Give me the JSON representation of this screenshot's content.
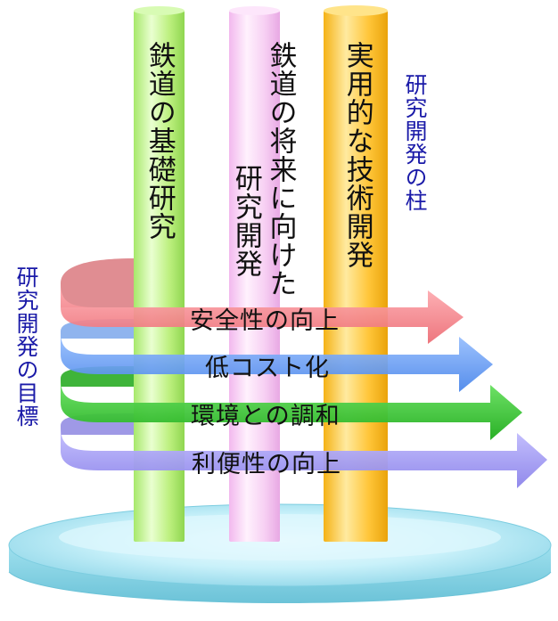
{
  "side_labels": {
    "pillars_heading": "研究開発の柱",
    "goals_heading": "研究開発の目標"
  },
  "pillars": [
    {
      "lines": [
        "鉄道の基礎研究"
      ],
      "color": "#c8f58a"
    },
    {
      "lines": [
        "鉄道の将来に向けた",
        "研究開発"
      ],
      "color": "#f8d2f4"
    },
    {
      "lines": [
        "実用的な技術開発"
      ],
      "color": "#ffc833"
    }
  ],
  "goals": [
    {
      "label": "安全性の向上",
      "color": "#f07f85"
    },
    {
      "label": "低コスト化",
      "color": "#5a97f5"
    },
    {
      "label": "環境との調和",
      "color": "#29c324"
    },
    {
      "label": "利便性の向上",
      "color": "#9c95f0"
    }
  ],
  "base_color": "#9fe0ee"
}
